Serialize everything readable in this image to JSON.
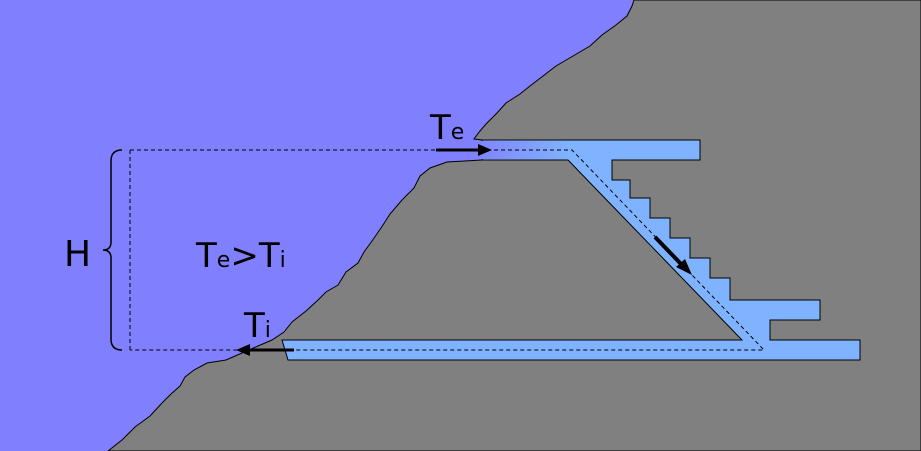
{
  "labels": {
    "height": "H",
    "te_main": "T",
    "te_sub": "e",
    "ti_main": "T",
    "ti_sub": "i",
    "relation_t1": "T",
    "relation_s1": "e",
    "relation_op": ">",
    "relation_t2": "T",
    "relation_s2": "i"
  },
  "colors": {
    "water": "#8080ff",
    "rock": "#808080",
    "cave_air": "#80b3ff",
    "outline": "#000000",
    "background": "#000000"
  }
}
